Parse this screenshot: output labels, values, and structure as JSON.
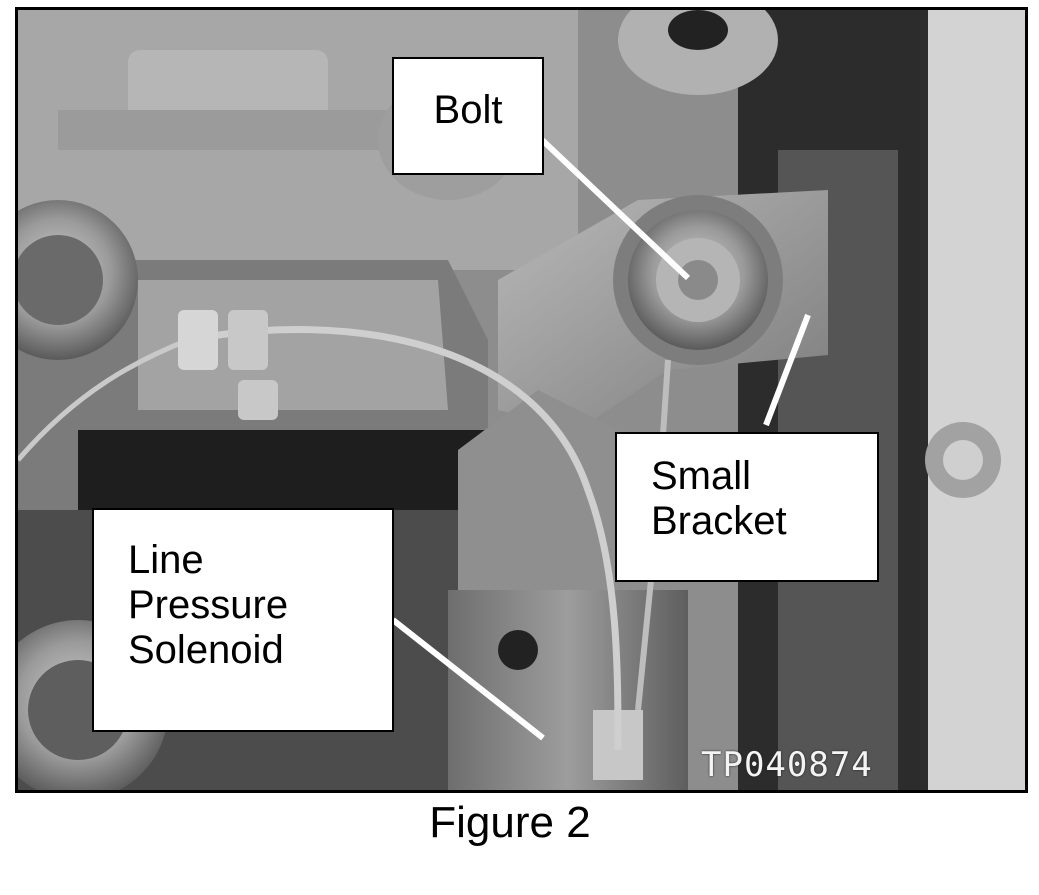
{
  "figure": {
    "caption": "Figure 2",
    "photo_code": "TP040874",
    "callouts": {
      "bolt": "Bolt",
      "small_bracket": [
        "Small",
        "Bracket"
      ],
      "line_pressure_solenoid": [
        "Line",
        "Pressure",
        "Solenoid"
      ]
    }
  }
}
